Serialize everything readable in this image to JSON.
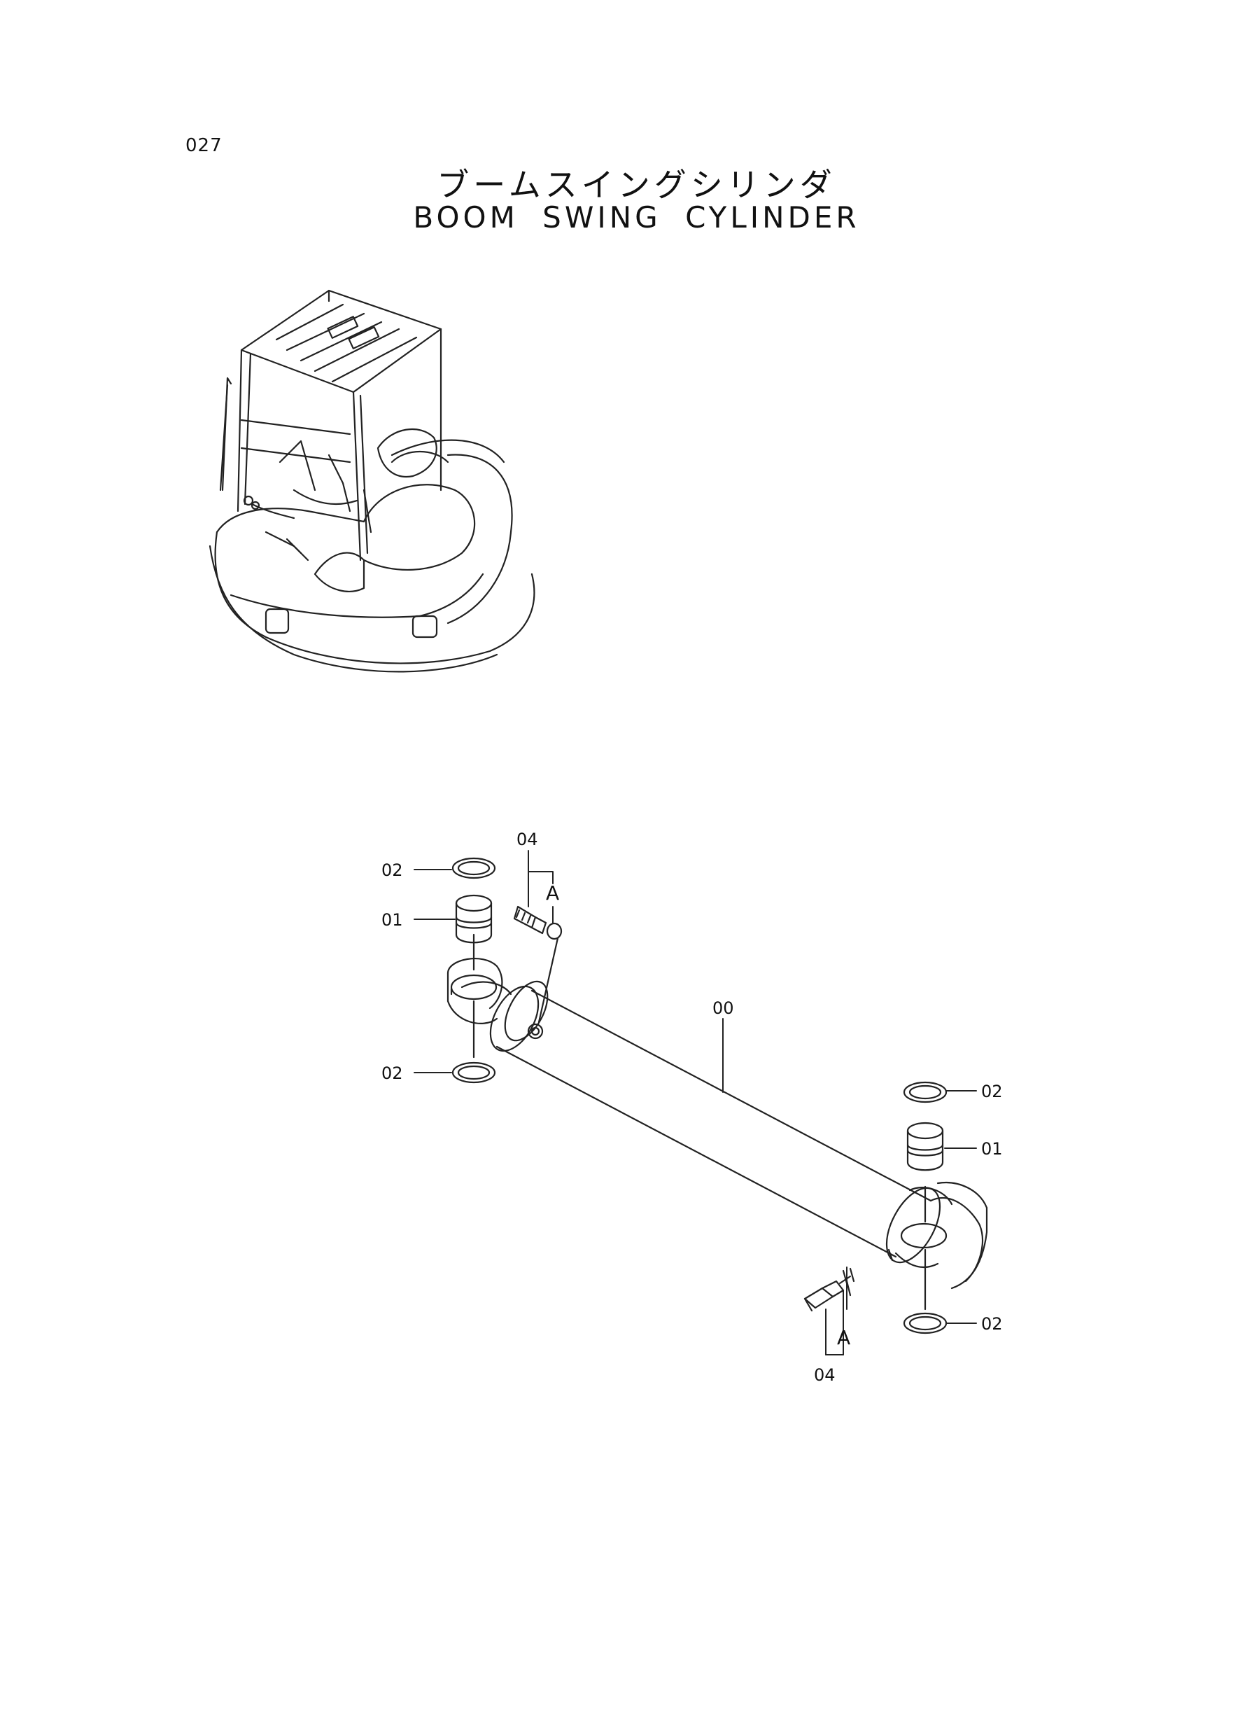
{
  "page_number": "027",
  "title": {
    "japanese": "ブームスイングシリンダ",
    "english": "BOOM  SWING  CYLINDER"
  },
  "callouts": {
    "cylinder": "00",
    "bushing_left": "01",
    "bushing_right": "01",
    "seal_left_top": "02",
    "seal_left_bottom": "02",
    "seal_right_top": "02",
    "seal_right_bottom": "02",
    "fitting_top": "04",
    "fitting_bottom": "04",
    "view_a_top": "A",
    "view_a_bottom": "A"
  }
}
